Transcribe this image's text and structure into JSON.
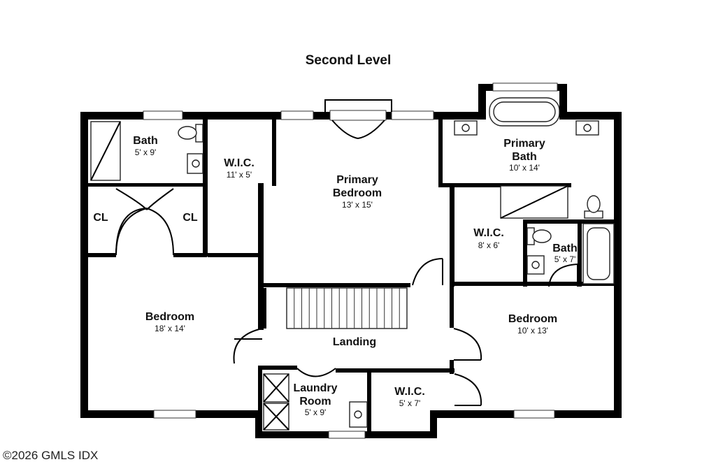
{
  "plan": {
    "title": "Second Level",
    "copyright": "©2026 GMLS IDX",
    "rooms": {
      "bath_left": {
        "name": "Bath",
        "dims": "5' x 9'"
      },
      "wic_left": {
        "name": "W.I.C.",
        "dims": "11' x 5'"
      },
      "cl_left": {
        "name": "CL"
      },
      "cl_right": {
        "name": "CL"
      },
      "primary_bed": {
        "name_line1": "Primary",
        "name_line2": "Bedroom",
        "dims": "13' x 15'"
      },
      "primary_bath": {
        "name_line1": "Primary",
        "name_line2": "Bath",
        "dims": "10' x 14'"
      },
      "wic_mid": {
        "name": "W.I.C.",
        "dims": "8' x 6'"
      },
      "bath_right": {
        "name": "Bath",
        "dims": "5' x 7'"
      },
      "bedroom_left": {
        "name": "Bedroom",
        "dims": "18' x 14'"
      },
      "bedroom_right": {
        "name": "Bedroom",
        "dims": "10' x 13'"
      },
      "landing": {
        "name": "Landing"
      },
      "laundry": {
        "name_line1": "Laundry",
        "name_line2": "Room",
        "dims": "5' x 9'"
      },
      "wic_bottom": {
        "name": "W.I.C.",
        "dims": "5' x 7'"
      }
    }
  }
}
